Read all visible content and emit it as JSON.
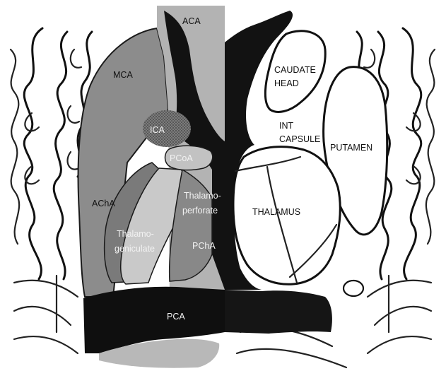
{
  "diagram": {
    "labels": {
      "aca": "ACA",
      "mca": "MCA",
      "ica": "ICA",
      "pcoa": "PCoA",
      "acha": "AChA",
      "thalamoperforate_1": "Thalamo-",
      "thalamoperforate_2": "perforate",
      "thalamogeniculate_1": "Thalamo-",
      "thalamogeniculate_2": "geniculate",
      "pcha": "PChA",
      "pca": "PCA",
      "caudate_head_1": "CAUDATE",
      "caudate_head_2": "HEAD",
      "int_capsule_1": "INT",
      "int_capsule_2": "CAPSULE",
      "putamen": "PUTAMEN",
      "thalamus": "THALAMUS"
    },
    "colors": {
      "background": "#ffffff",
      "ink": "#111111",
      "aca_territory": "#b3b3b3",
      "mca_territory": "#8c8c8c",
      "acha_territory": "#7a7a7a",
      "pcoa_territory": "#c2c2c2",
      "thalamogeniculate_territory": "#c9c9c9",
      "pcha_territory": "#888888",
      "pca_territory": "#0f0f0f",
      "ica_dots": "#6a6a6a"
    }
  }
}
